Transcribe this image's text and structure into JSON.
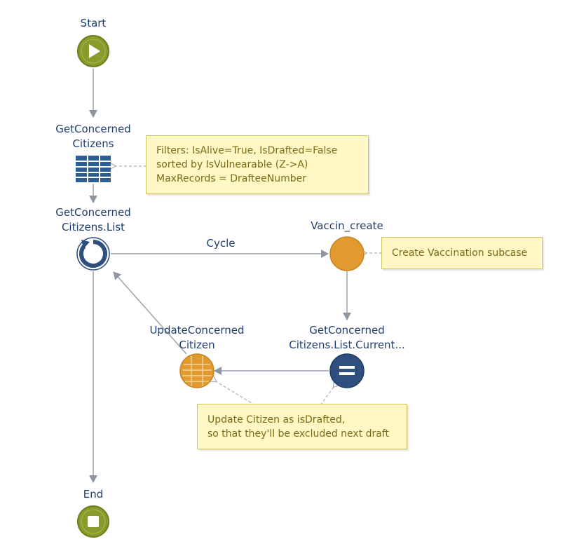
{
  "nodes": {
    "start": "Start",
    "get_citizens": [
      "GetConcerned",
      "Citizens"
    ],
    "loop": [
      "GetConcerned",
      "Citizens.List"
    ],
    "vaccin_create": "Vaccin_create",
    "update_citizen": [
      "UpdateConcerned",
      "Citizen"
    ],
    "current": [
      "GetConcerned",
      "Citizens.List.Current..."
    ],
    "end": "End"
  },
  "edges": {
    "cycle": "Cycle"
  },
  "notes": {
    "filters": [
      "Filters: IsAlive=True, IsDrafted=False",
      "sorted by IsVulnearable (Z->A)",
      "MaxRecords = DrafteeNumber"
    ],
    "vaccination": "Create Vaccination subcase",
    "update": [
      "Update Citizen as isDrafted,",
      "so that they'll be excluded next draft"
    ]
  },
  "colors": {
    "start_end": "#8a9a2b",
    "orange_node": "#e09a30",
    "blue_node": "#2f4f7f",
    "connector": "#9aa3ad",
    "note_bg": "#fff8c4",
    "note_text": "#7b6a17"
  }
}
